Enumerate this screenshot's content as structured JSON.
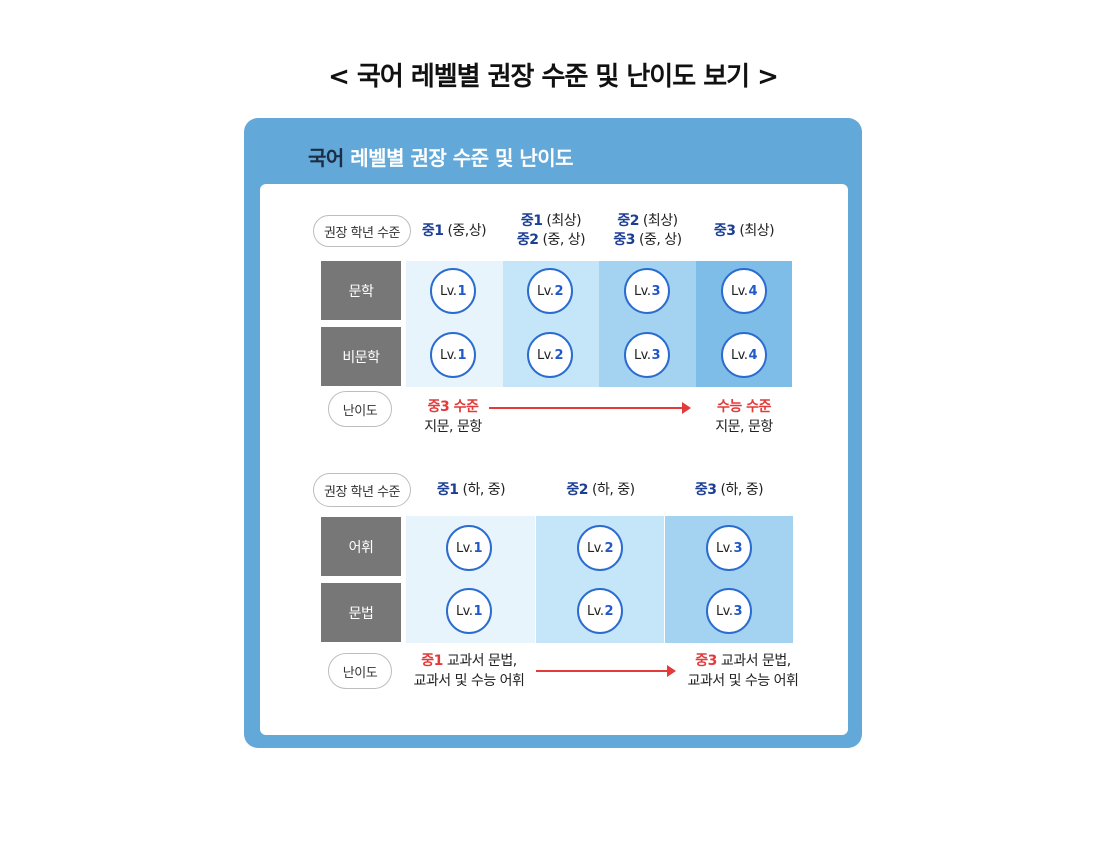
{
  "page_title": "< 국어 레벨별 권장 수준 및 난이도 보기 >",
  "card": {
    "title_dark": "국어",
    "title_light": "레벨별 권장 수준 및 난이도"
  },
  "colors": {
    "card_blue": "#62a8d9",
    "col1": "#e7f4fc",
    "col2": "#c5e5f9",
    "col3": "#a4d3f1",
    "col4": "#7fbde9",
    "accent_red": "#e33a3a",
    "grade_blue": "#1c3f94"
  },
  "section1": {
    "grade_pill": "권장 학년 수준",
    "grades": [
      {
        "line1_bold": "중1",
        "line1_rest": " (중,상)",
        "line2_bold": "",
        "line2_rest": ""
      },
      {
        "line1_bold": "중1",
        "line1_rest": " (최상)",
        "line2_bold": "중2",
        "line2_rest": " (중, 상)"
      },
      {
        "line1_bold": "중2",
        "line1_rest": " (최상)",
        "line2_bold": "중3",
        "line2_rest": " (중, 상)"
      },
      {
        "line1_bold": "중3",
        "line1_rest": " (최상)",
        "line2_bold": "",
        "line2_rest": ""
      }
    ],
    "rows": [
      {
        "label": "문학",
        "levels": [
          {
            "prefix": "Lv.",
            "num": "1"
          },
          {
            "prefix": "Lv.",
            "num": "2"
          },
          {
            "prefix": "Lv.",
            "num": "3"
          },
          {
            "prefix": "Lv.",
            "num": "4"
          }
        ]
      },
      {
        "label": "비문학",
        "levels": [
          {
            "prefix": "Lv.",
            "num": "1"
          },
          {
            "prefix": "Lv.",
            "num": "2"
          },
          {
            "prefix": "Lv.",
            "num": "3"
          },
          {
            "prefix": "Lv.",
            "num": "4"
          }
        ]
      }
    ],
    "difficulty_pill": "난이도",
    "difficulty_start": {
      "red": "중3 수준",
      "text": "지문, 문항"
    },
    "difficulty_end": {
      "red": "수능 수준",
      "text": "지문, 문항"
    }
  },
  "section2": {
    "grade_pill": "권장 학년 수준",
    "grades": [
      {
        "bold": "중1",
        "rest": " (하, 중)"
      },
      {
        "bold": "중2",
        "rest": " (하, 중)"
      },
      {
        "bold": "중3",
        "rest": " (하, 중)"
      }
    ],
    "rows": [
      {
        "label": "어휘",
        "levels": [
          {
            "prefix": "Lv.",
            "num": "1"
          },
          {
            "prefix": "Lv.",
            "num": "2"
          },
          {
            "prefix": "Lv.",
            "num": "3"
          }
        ]
      },
      {
        "label": "문법",
        "levels": [
          {
            "prefix": "Lv.",
            "num": "1"
          },
          {
            "prefix": "Lv.",
            "num": "2"
          },
          {
            "prefix": "Lv.",
            "num": "3"
          }
        ]
      }
    ],
    "difficulty_pill": "난이도",
    "difficulty_start": {
      "red": "중1",
      "line1_rest": " 교과서 문법,",
      "line2": "교과서 및 수능 어휘"
    },
    "difficulty_end": {
      "red": "중3",
      "line1_rest": " 교과서 문법,",
      "line2": "교과서 및 수능 어휘"
    }
  }
}
